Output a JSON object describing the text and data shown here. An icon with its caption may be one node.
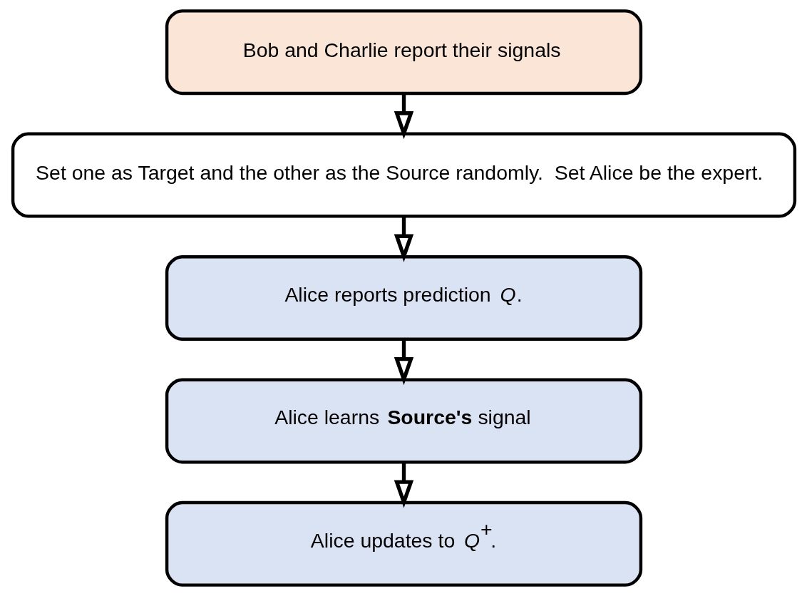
{
  "diagram": {
    "nodes": [
      {
        "text": [
          "Bob and Charlie report their signals"
        ]
      },
      {
        "text": [
          "Set one as Target and the other as the Source randomly.  Set Alice be the expert."
        ]
      },
      {
        "text": [
          "Alice reports prediction *Q*."
        ]
      },
      {
        "text": [
          "Alice learns **Source's** signal"
        ]
      },
      {
        "text": [
          "Alice updates to *Q*$^{+}$."
        ]
      }
    ],
    "edges": [
      {
        "from": 0,
        "to": 1,
        "arrow": "to"
      },
      {
        "from": 1,
        "to": 2,
        "arrow": "to"
      },
      {
        "from": 2,
        "to": 3,
        "arrow": "to"
      },
      {
        "from": 3,
        "to": 4,
        "arrow": "to"
      }
    ]
  }
}
